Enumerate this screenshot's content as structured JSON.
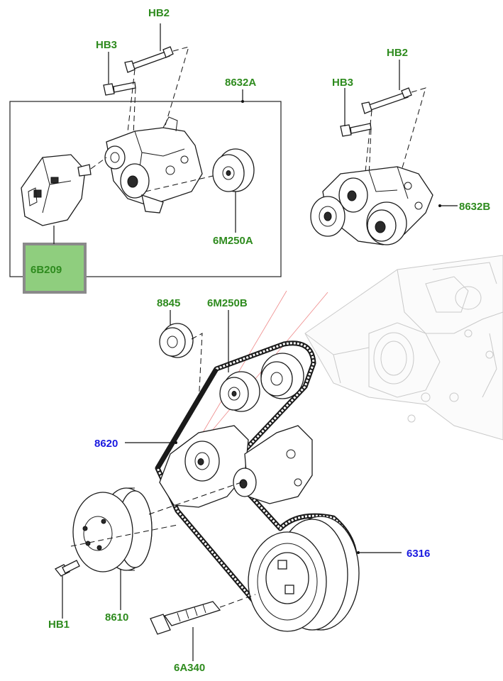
{
  "labels": {
    "hb2_top": "HB2",
    "hb3_top": "HB3",
    "a8632A": "8632A",
    "hb3_right": "HB3",
    "hb2_right": "HB2",
    "a8632B": "8632B",
    "a6B209": "6B209",
    "a6M250A": "6M250A",
    "a8845": "8845",
    "a6M250B": "6M250B",
    "a8620": "8620",
    "a6316": "6316",
    "hb1": "HB1",
    "a8610": "8610",
    "a6A340": "6A340"
  },
  "colors": {
    "label_green": "#2e8b1e",
    "label_blue": "#1a1ae0",
    "highlight_fill": "#8fce7e",
    "highlight_border": "#8a8a8a"
  },
  "highlighted_part": "6B209"
}
